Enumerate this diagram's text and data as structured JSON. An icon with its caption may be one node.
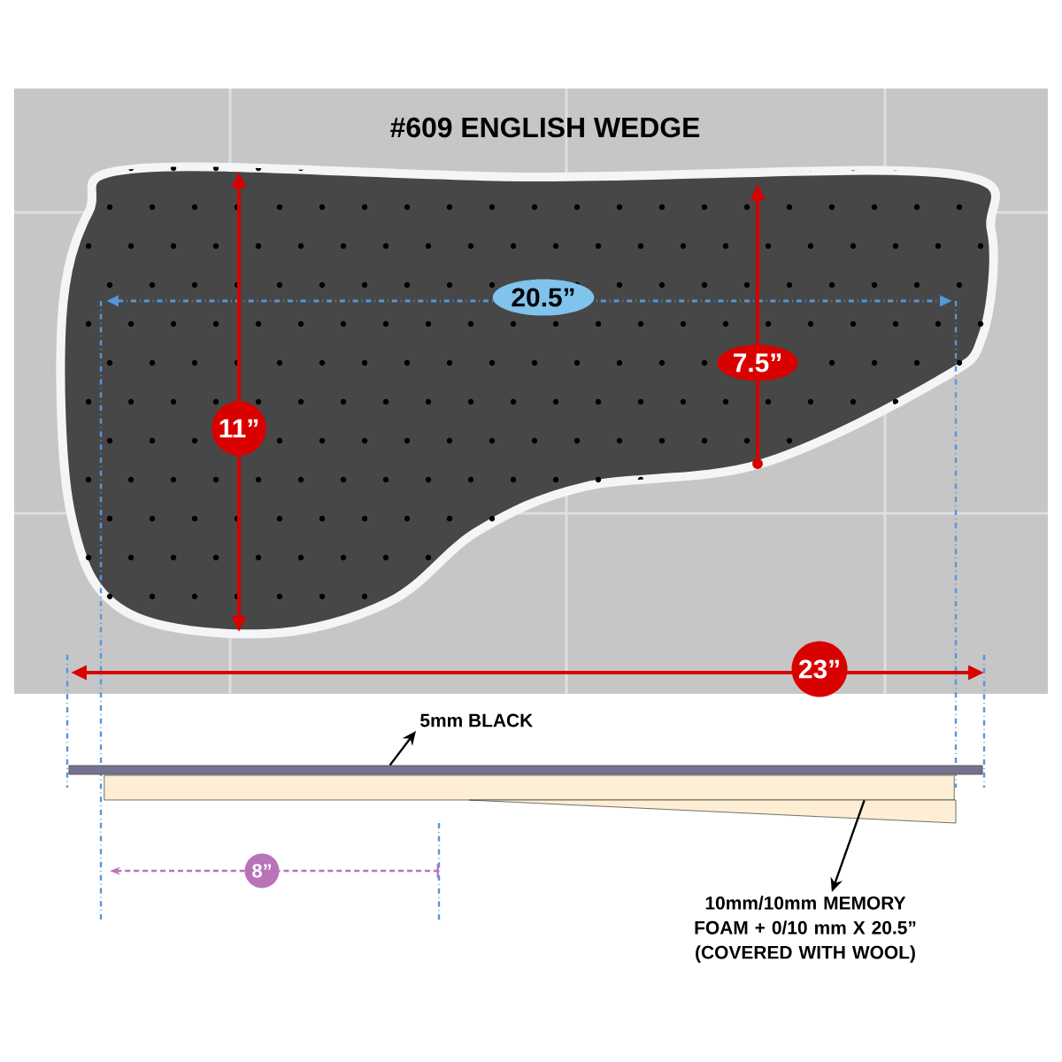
{
  "diagram": {
    "title": "#609 ENGLISH WEDGE",
    "nodes": [
      {
        "text": [],
        "shape": "bar"
      },
      {
        "text": [],
        "shape": "bar"
      },
      {
        "text": [
          "5mm BLACK"
        ]
      },
      {
        "text": [
          "10mm/10mm MEMORY FOAM + 0/10 mm X 20.5” (COVERED WITH WOOL)"
        ]
      }
    ],
    "edges": [
      {
        "from": 0,
        "to": 2,
        "arrow": "to"
      },
      {
        "from": 1,
        "to": 3,
        "arrow": "to"
      }
    ],
    "labels": [
      "20.5”",
      "11”",
      "7.5”",
      "23”",
      "8”"
    ]
  }
}
